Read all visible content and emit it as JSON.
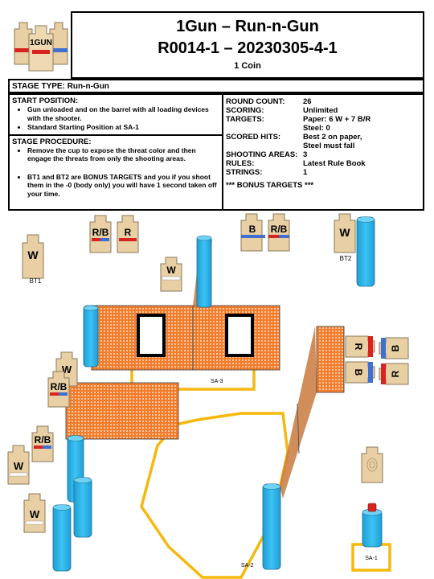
{
  "logo": {
    "text": "1GUN"
  },
  "header": {
    "title": "1Gun – Run-n-Gun",
    "subtitle": "R0014-1 – 20230305-4-1",
    "coins": "1 Coin"
  },
  "stage_type": "STAGE TYPE: Run-n-Gun",
  "start_position": {
    "heading": "START POSITION:",
    "items": [
      "Gun unloaded and on the barrel with all loading devices with the shooter.",
      "Standard Starting Position at SA-1"
    ]
  },
  "procedure": {
    "heading": "STAGE PROCEDURE:",
    "items": [
      "Remove the cup to expose the threat color and then engage the threats from only the shooting areas.",
      "BT1 and BT2 are BONUS TARGETS and you if you shoot them in the -0 (body only) you will have 1 second taken off your time."
    ]
  },
  "info": {
    "round_count_label": "ROUND COUNT:",
    "round_count": "26",
    "scoring_label": "SCORING:",
    "scoring": "Unlimited",
    "targets_label": "TARGETS:",
    "targets_paper": "Paper: 6 W + 7 B/R",
    "targets_steel": "Steel:  0",
    "scored_hits_label": "SCORED HITS:",
    "scored_hits_1": "Best 2 on paper,",
    "scored_hits_2": "Steel must fall",
    "shooting_areas_label": "SHOOTING AREAS:",
    "shooting_areas": "3",
    "rules_label": "RULES:",
    "rules": "Latest Rule Book",
    "strings_label": "STRINGS:",
    "strings": "1",
    "bonus_note": "*** BONUS TARGETS ***"
  },
  "diagram": {
    "labels": {
      "bt1": "BT1",
      "bt2": "BT2",
      "sa1": "SA-1",
      "sa2": "SA-2",
      "sa3": "SA-3",
      "w": "W",
      "r": "R",
      "b": "B",
      "rb": "R/B"
    },
    "colors": {
      "target": "#e8cfa4",
      "barrel": "#2fb4ea",
      "wall": "#f37c2a",
      "fault_line": "#f6b80c",
      "red": "#d9231f",
      "blue": "#3f6fd1"
    }
  }
}
